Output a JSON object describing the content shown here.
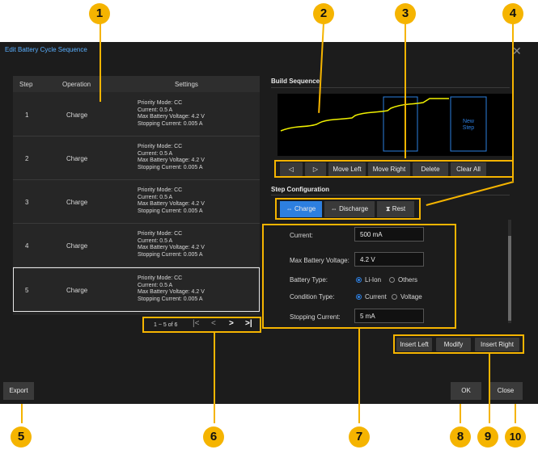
{
  "dialog": {
    "title": "Edit Battery Cycle Sequence",
    "close_icon": "close-icon"
  },
  "table": {
    "headers": [
      "Step",
      "Operation",
      "Settings"
    ],
    "rows": [
      {
        "step": "1",
        "operation": "Charge",
        "settings": [
          "Priority Mode: CC",
          "Current: 0.5 A",
          "Max Battery Voltage: 4.2 V",
          "Stopping Current: 0.005 A"
        ]
      },
      {
        "step": "2",
        "operation": "Charge",
        "settings": [
          "Priority Mode: CC",
          "Current: 0.5 A",
          "Max Battery Voltage: 4.2 V",
          "Stopping Current: 0.005 A"
        ]
      },
      {
        "step": "3",
        "operation": "Charge",
        "settings": [
          "Priority Mode: CC",
          "Current: 0.5 A",
          "Max Battery Voltage: 4.2 V",
          "Stopping Current: 0.005 A"
        ]
      },
      {
        "step": "4",
        "operation": "Charge",
        "settings": [
          "Priority Mode: CC",
          "Current: 0.5 A",
          "Max Battery Voltage: 4.2 V",
          "Stopping Current: 0.005 A"
        ]
      },
      {
        "step": "5",
        "operation": "Charge",
        "settings": [
          "Priority Mode: CC",
          "Current: 0.5 A",
          "Max Battery Voltage: 4.2 V",
          "Stopping Current: 0.005 A"
        ]
      }
    ],
    "selected_step": "5"
  },
  "pager": {
    "text": "1 ~ 5 of 6",
    "first": "|<",
    "prev": "<",
    "next": ">",
    "last": ">|"
  },
  "build": {
    "title": "Build Sequence",
    "new_step": [
      "New",
      "Step"
    ],
    "prev_arrow": "◁",
    "next_arrow": "▷",
    "move_left": "Move Left",
    "move_right": "Move Right",
    "delete": "Delete",
    "clear_all": "Clear All"
  },
  "step_config": {
    "title": "Step Configuration",
    "tabs": [
      "Charge",
      "Discharge",
      "Rest"
    ],
    "active_tab": "Charge",
    "current_label": "Current:",
    "current_value": "500 mA",
    "max_voltage_label": "Max Battery Voltage:",
    "max_voltage_value": "4.2 V",
    "battery_type_label": "Battery Type:",
    "battery_type_options": [
      "Li-Ion",
      "Others"
    ],
    "battery_type_selected": "Li-Ion",
    "condition_type_label": "Condition Type:",
    "condition_type_options": [
      "Current",
      "Voltage"
    ],
    "condition_type_selected": "Current",
    "stopping_current_label": "Stopping Current:",
    "stopping_current_value": "5 mA"
  },
  "actions": {
    "insert_left": "Insert Left",
    "modify": "Modify",
    "insert_right": "Insert Right",
    "export": "Export",
    "ok": "OK",
    "close": "Close"
  },
  "callouts": [
    "1",
    "2",
    "3",
    "4",
    "5",
    "6",
    "7",
    "8",
    "9",
    "10"
  ],
  "colors": {
    "callout": "#f5b400",
    "accent": "#2d7fe0",
    "trace": "#f0f000",
    "background": "#1c1c1c"
  }
}
